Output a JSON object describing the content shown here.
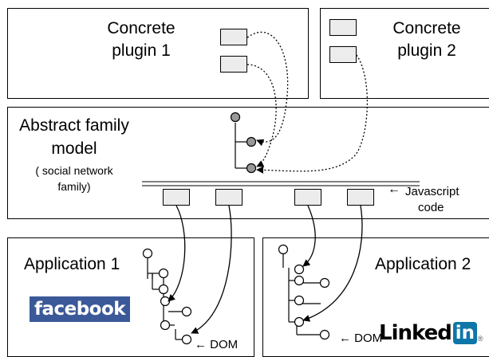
{
  "plugin1": {
    "label_line1": "Concrete",
    "label_line2": "plugin 1"
  },
  "plugin2": {
    "label_line1": "Concrete",
    "label_line2": "plugin 2"
  },
  "model": {
    "title_line1": "Abstract family",
    "title_line2": "model",
    "sub_line1": "( social network",
    "sub_line2": "family)",
    "js_arrow": "←",
    "js_line1": "Javascript",
    "js_line2": "code"
  },
  "app1": {
    "title": "Application 1",
    "logo_text": "facebook",
    "dom_label": "← DOM"
  },
  "app2": {
    "title": "Application 2",
    "logo_word": "Linked",
    "logo_in": "in",
    "logo_reg": "®",
    "dom_label": "← DOM"
  },
  "colors": {
    "line": "#000000",
    "rect_fill": "#ececec",
    "node_gray": "#999999",
    "facebook": "#3b5998",
    "linkedin": "#0e76a8"
  }
}
